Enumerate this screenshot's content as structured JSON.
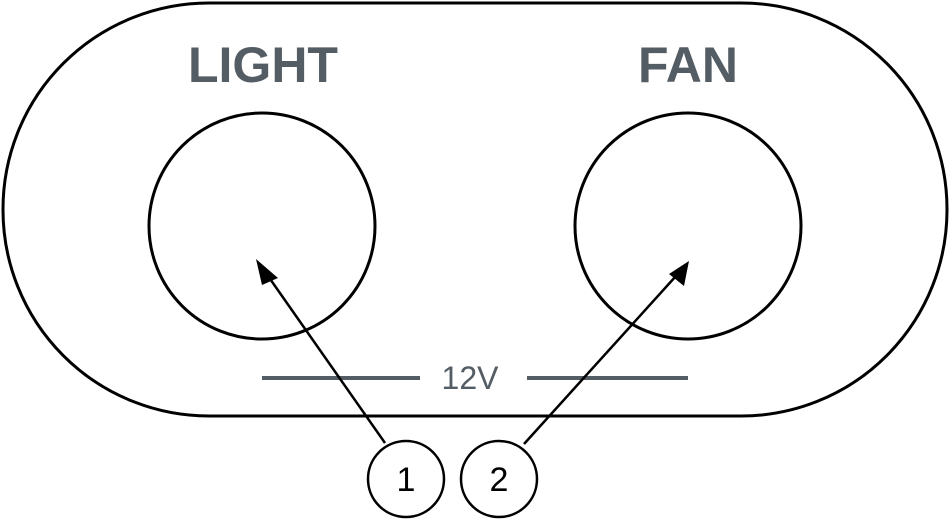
{
  "labels": {
    "light": "LIGHT",
    "fan": "FAN"
  },
  "voltage": "12V",
  "callouts": [
    "1",
    "2"
  ],
  "colors": {
    "label": "#545c64",
    "stroke": "#000000"
  }
}
